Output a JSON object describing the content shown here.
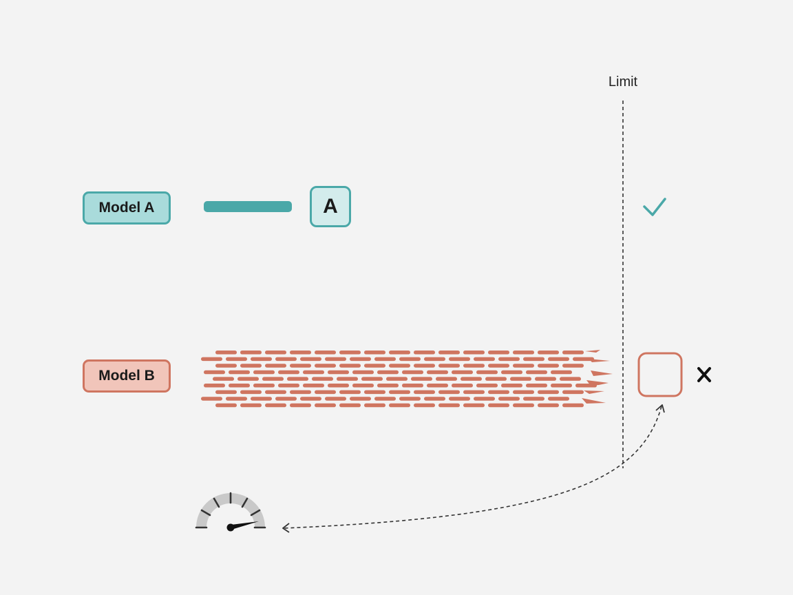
{
  "colors": {
    "teal": "#4aa8a8",
    "teal_fill": "#a9dbdb",
    "teal_token_fill": "#d3ecec",
    "salmon": "#cf7560",
    "salmon_fill": "#f1c5ba",
    "background": "#f3f3f3",
    "ink": "#1a1a1a",
    "gauge_gray": "#c9c9c9"
  },
  "limit": {
    "label": "Limit"
  },
  "model_a": {
    "label": "Model A",
    "token": "A",
    "result_icon": "check-icon"
  },
  "model_b": {
    "label": "Model B",
    "result_icon": "cross-icon",
    "output_icon": "empty-box-icon"
  },
  "gauge": {
    "icon": "speedometer-icon"
  }
}
